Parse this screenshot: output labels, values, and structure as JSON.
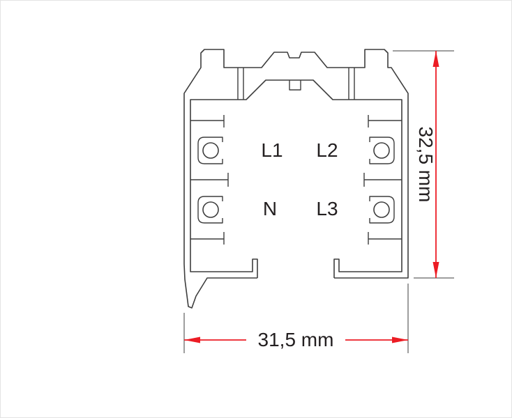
{
  "drawing": {
    "type": "track-profile-cross-section",
    "conductor_labels": {
      "l1": "L1",
      "l2": "L2",
      "n": "N",
      "l3": "L3"
    }
  },
  "dimensions": {
    "height_label": "32,5 mm",
    "width_label": "31,5 mm"
  },
  "colors": {
    "dimension_red": "#ec1c24",
    "outline": "#3d3d3d",
    "text": "#231f20",
    "background": "#ffffff"
  }
}
